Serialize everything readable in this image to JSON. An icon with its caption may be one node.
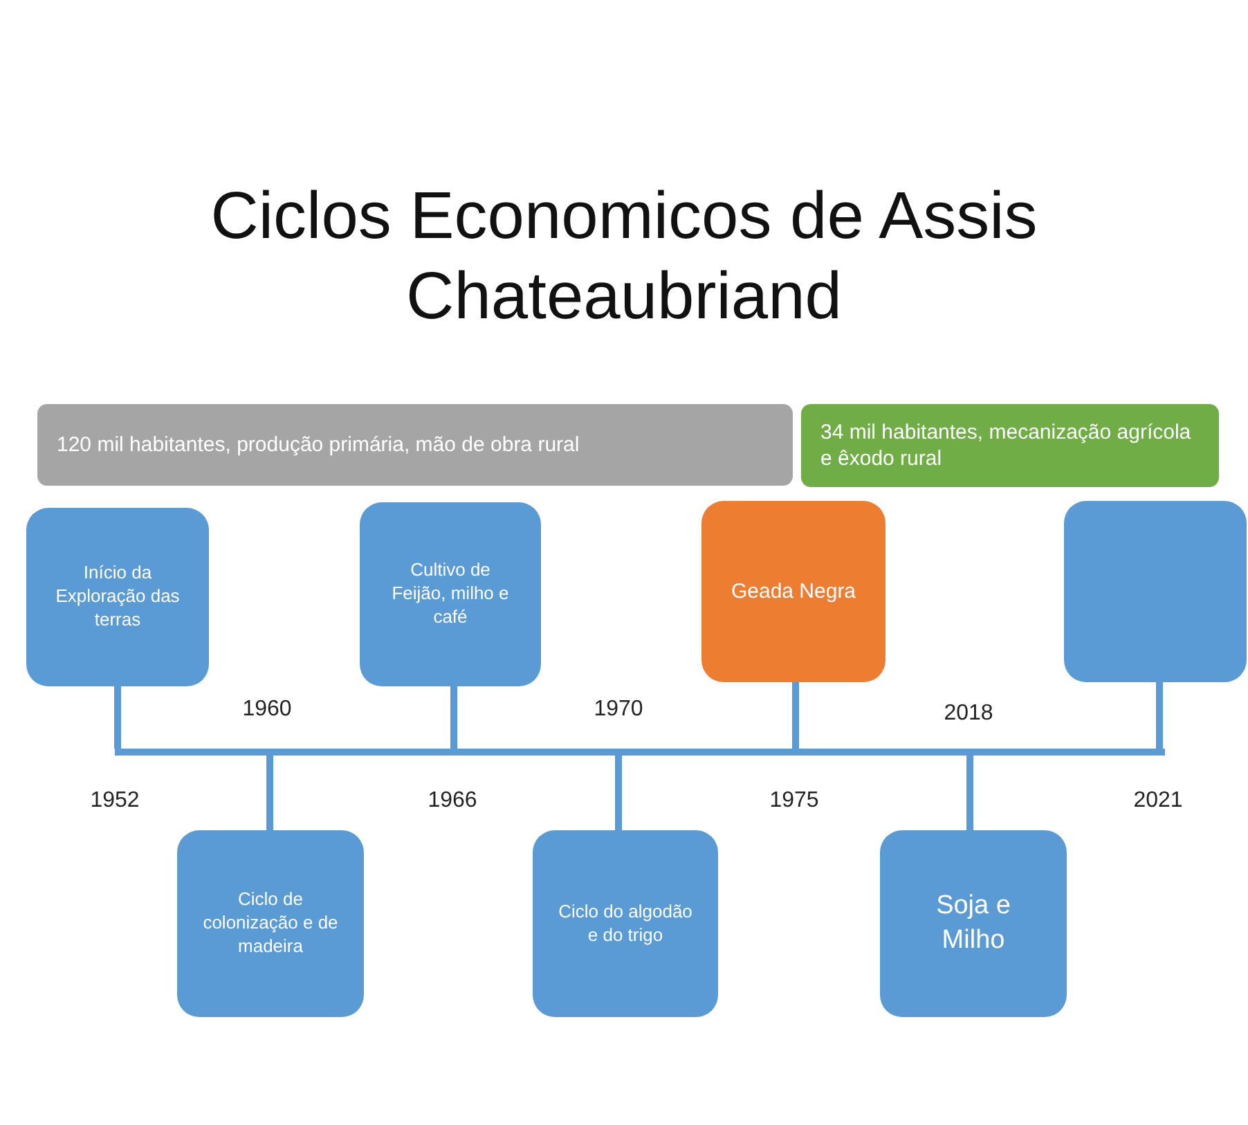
{
  "diagram": {
    "title": "Ciclos Economicos de Assis Chateaubriand",
    "nodes": [
      {
        "text": [
          "120 mil habitantes, produção primária, mão de obra rural"
        ]
      },
      {
        "text": [
          "34 mil habitantes, mecanização agrícola e êxodo rural"
        ]
      },
      {
        "text": [
          "Início da Exploração das terras"
        ]
      },
      {
        "text": [
          "Cultivo de Feijão, milho e café"
        ]
      },
      {
        "text": [
          "Geada Negra"
        ]
      },
      {
        "text": [],
        "shape": "box"
      },
      {
        "text": [],
        "shape": "bar"
      },
      {
        "text": [
          "Ciclo de colonização e de madeira"
        ]
      },
      {
        "text": [
          "Ciclo do algodão e do trigo"
        ]
      },
      {
        "text": [
          "Soja e Milho"
        ]
      }
    ],
    "edges": [
      {
        "from": 2,
        "to": 6,
        "arrow": "none"
      },
      {
        "from": 3,
        "to": 6,
        "arrow": "none"
      },
      {
        "from": 4,
        "to": 6,
        "arrow": "none"
      },
      {
        "from": 5,
        "to": 6,
        "arrow": "none"
      },
      {
        "from": 6,
        "to": 7,
        "arrow": "none"
      },
      {
        "from": 6,
        "to": 8,
        "arrow": "none"
      },
      {
        "from": 6,
        "to": 9,
        "arrow": "none"
      }
    ],
    "labels": [
      "1960",
      "1970",
      "2018",
      "1952",
      "1966",
      "1975",
      "2021"
    ]
  }
}
